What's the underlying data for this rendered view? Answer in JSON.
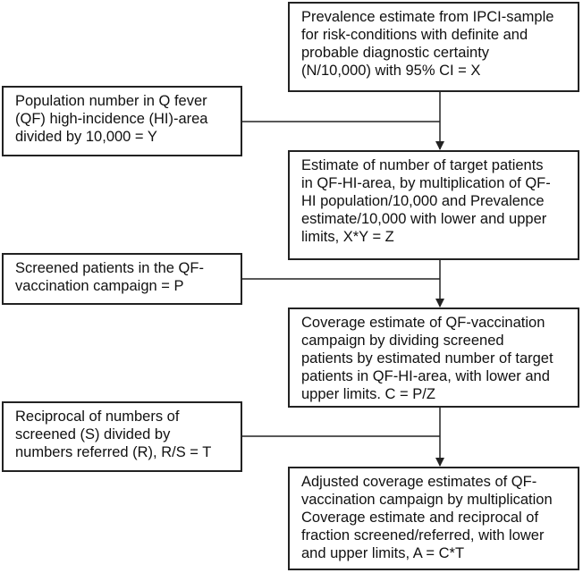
{
  "boxes": {
    "prevalence": "Prevalence estimate from IPCI-sample\nfor risk-conditions with definite and\nprobable diagnostic certainty\n(N/10,000) with 95% CI = X",
    "population": "Population number in Q fever\n(QF) high-incidence (HI)-area\ndivided by 10,000 = Y",
    "target_patients": "Estimate of number of target patients\nin QF-HI-area, by multiplication of QF-\nHI population/10,000 and Prevalence\nestimate/10,000 with lower and upper\nlimits, X*Y = Z",
    "screened": "Screened patients in the QF-\nvaccination campaign = P",
    "coverage": "Coverage estimate of QF-vaccination\ncampaign by dividing screened\npatients by estimated number of target\npatients in QF-HI-area, with lower and\nupper limits. C = P/Z",
    "reciprocal": "Reciprocal of numbers of\nscreened (S) divided by\nnumbers referred (R), R/S = T",
    "adjusted": "Adjusted coverage estimates of QF-\nvaccination campaign by multiplication\nCoverage estimate and reciprocal of\nfraction screened/referred, with lower\nand upper limits, A = C*T"
  },
  "colors": {
    "line": "#222222",
    "background": "#ffffff",
    "text": "#111111"
  }
}
